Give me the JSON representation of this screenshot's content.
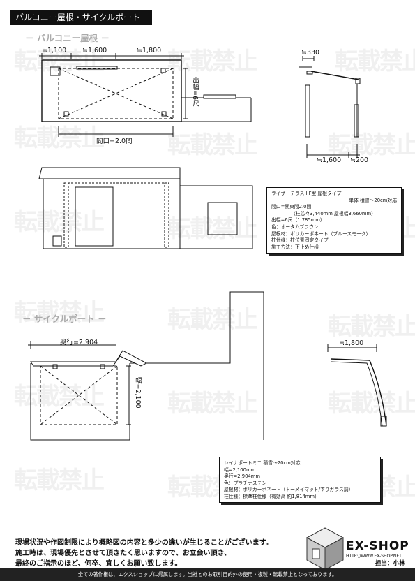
{
  "title": "バルコニー屋根・サイクルポート",
  "watermark": "転載禁止",
  "balcony": {
    "heading": "－ バルコニー屋根 －",
    "dim_1100": "≒1,100",
    "dim_1600": "≒1,600",
    "dim_1800": "≒1,800",
    "dim_depth": "出幅=6尺",
    "dim_width": "間口=2.0間",
    "dim_330": "≒330",
    "dim_side_1600": "≒1,600",
    "dim_200": "≒200"
  },
  "balcony_spec": {
    "lines": [
      "ライザーテラスII F型 屋根タイプ",
      "単体 積雪～20cm対応",
      "間口=関東間2.0間",
      "（柱芯々3,440mm 屋根幅3,660mm）",
      "出幅=6尺（1,785mm）",
      "色：オータムブラウン",
      "屋根材：ポリカーボネート（ブルースモーク）",
      "柱仕様：柱位置固定タイプ",
      "施工方法：下止め仕様"
    ]
  },
  "cycle": {
    "heading": "－ サイクルポート －",
    "dim_depth": "奥行=2,904",
    "dim_width": "幅=2,100",
    "dim_side_1800": "≒1,800"
  },
  "cycle_spec": {
    "lines": [
      "レイナポートミニ 積雪～20cm対応",
      "幅=2,100mm",
      "奥行=2,904mm",
      "色：プラチナステン",
      "屋根材：ポリカーボネート（トーメイマット/すりガラス調）",
      "柱仕様：標準柱仕様（有効高 約1,814mm）"
    ]
  },
  "notes": [
    "現場状況や作図制限により概略図の内容と多少の違いが生じることがございます。",
    "施工時は、現場優先とさせて頂きたく思いますので、お立会い頂き、",
    "最終のご指示のほど、何卒、宜しくお願い致します。"
  ],
  "logo": {
    "brand": "EX-SHOP",
    "url": "HTTP://WWW.EX-SHOP.NET",
    "staff": "担当：小林"
  },
  "footer": "全ての著作権は、エクスショップに帰属します。当社とのお取引目的外の使用・複製・転載禁止となっております。"
}
